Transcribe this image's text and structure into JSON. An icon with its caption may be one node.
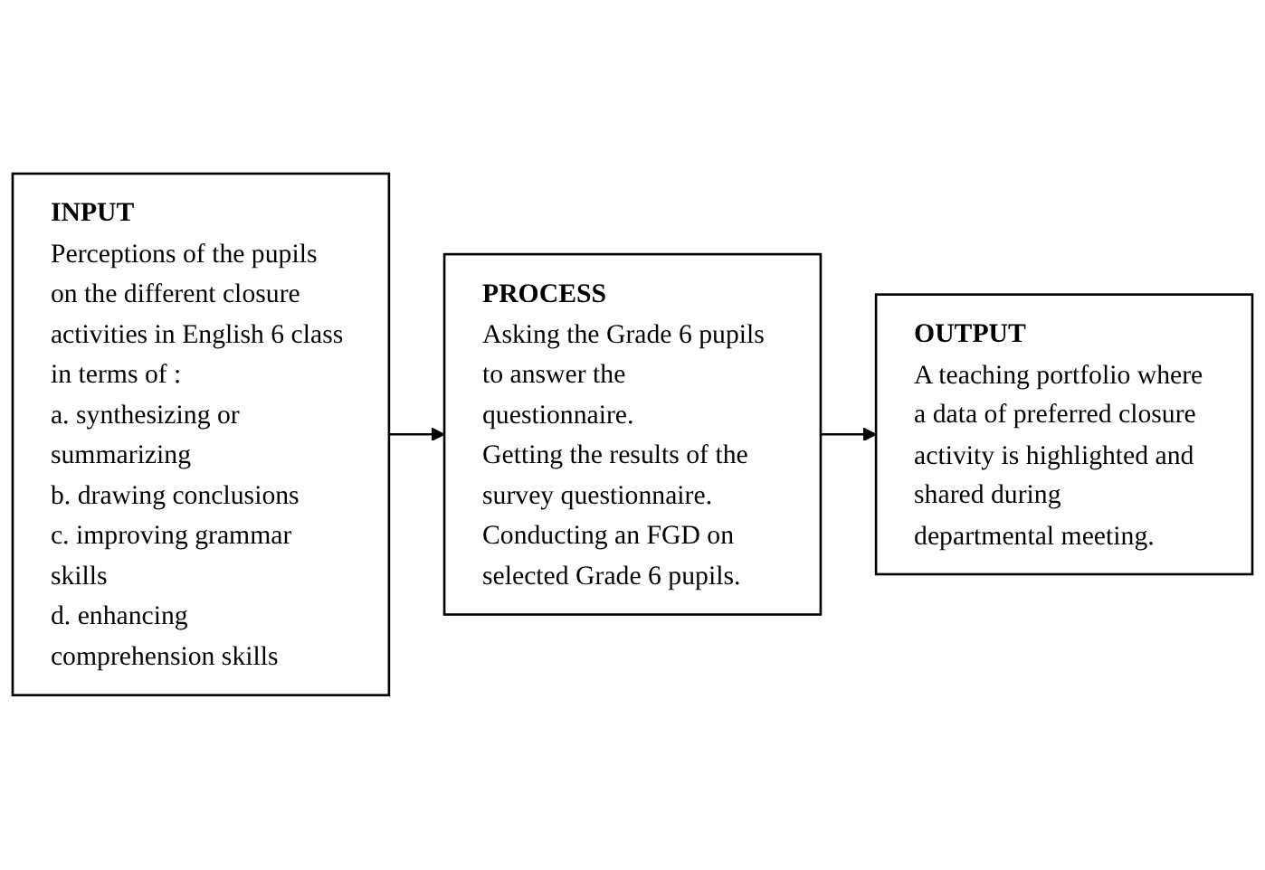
{
  "diagram": {
    "nodes": [
      {
        "text": [
          "INPUT",
          "Perceptions of the pupils on the different closure activities in English 6 class in terms of :",
          "a. synthesizing or summarizing",
          "b. drawing conclusions",
          "c. improving grammar skills",
          "d. enhancing comprehension skills"
        ]
      },
      {
        "text": [
          "PROCESS",
          "Asking the Grade 6 pupils to answer the questionnaire.",
          "Getting the results of the survey questionnaire.",
          "Conducting an FGD on selected Grade 6 pupils."
        ]
      },
      {
        "text": [
          "OUTPUT",
          "A teaching portfolio where a data of preferred closure activity is highlighted and shared during departmental meeting."
        ]
      }
    ],
    "edges": [
      {
        "from": 0,
        "to": 1,
        "arrow": "to"
      },
      {
        "from": 1,
        "to": 2,
        "arrow": "to"
      }
    ]
  }
}
